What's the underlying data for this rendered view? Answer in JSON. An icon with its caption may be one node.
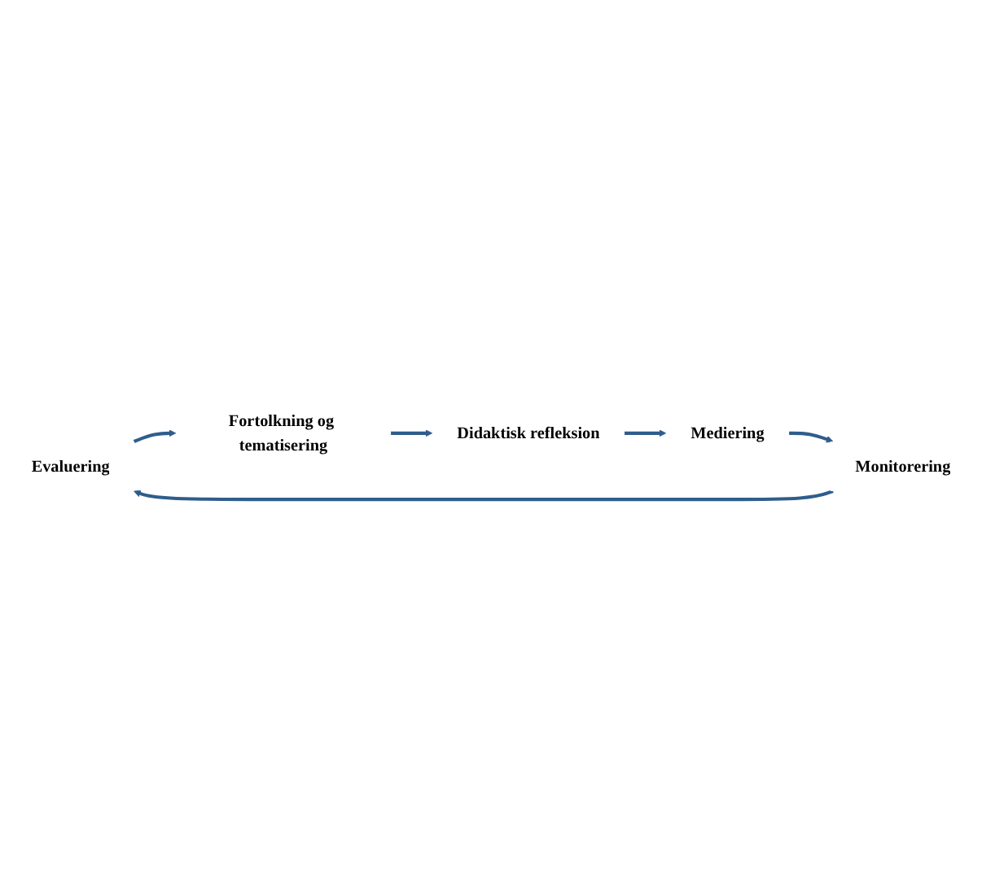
{
  "diagram": {
    "nodes": [
      {
        "text": [
          "Evaluering"
        ]
      },
      {
        "text": [
          "Fortolkning og tematisering"
        ]
      },
      {
        "text": [
          "Didaktisk refleksion"
        ]
      },
      {
        "text": [
          "Mediering"
        ]
      },
      {
        "text": [
          "Monitorering"
        ]
      }
    ],
    "edges": [
      {
        "from": 0,
        "to": 1,
        "arrow": "to"
      },
      {
        "from": 1,
        "to": 2,
        "arrow": "to"
      },
      {
        "from": 2,
        "to": 3,
        "arrow": "to"
      },
      {
        "from": 3,
        "to": 4,
        "arrow": "to"
      },
      {
        "from": 4,
        "to": 0,
        "arrow": "to"
      }
    ]
  }
}
